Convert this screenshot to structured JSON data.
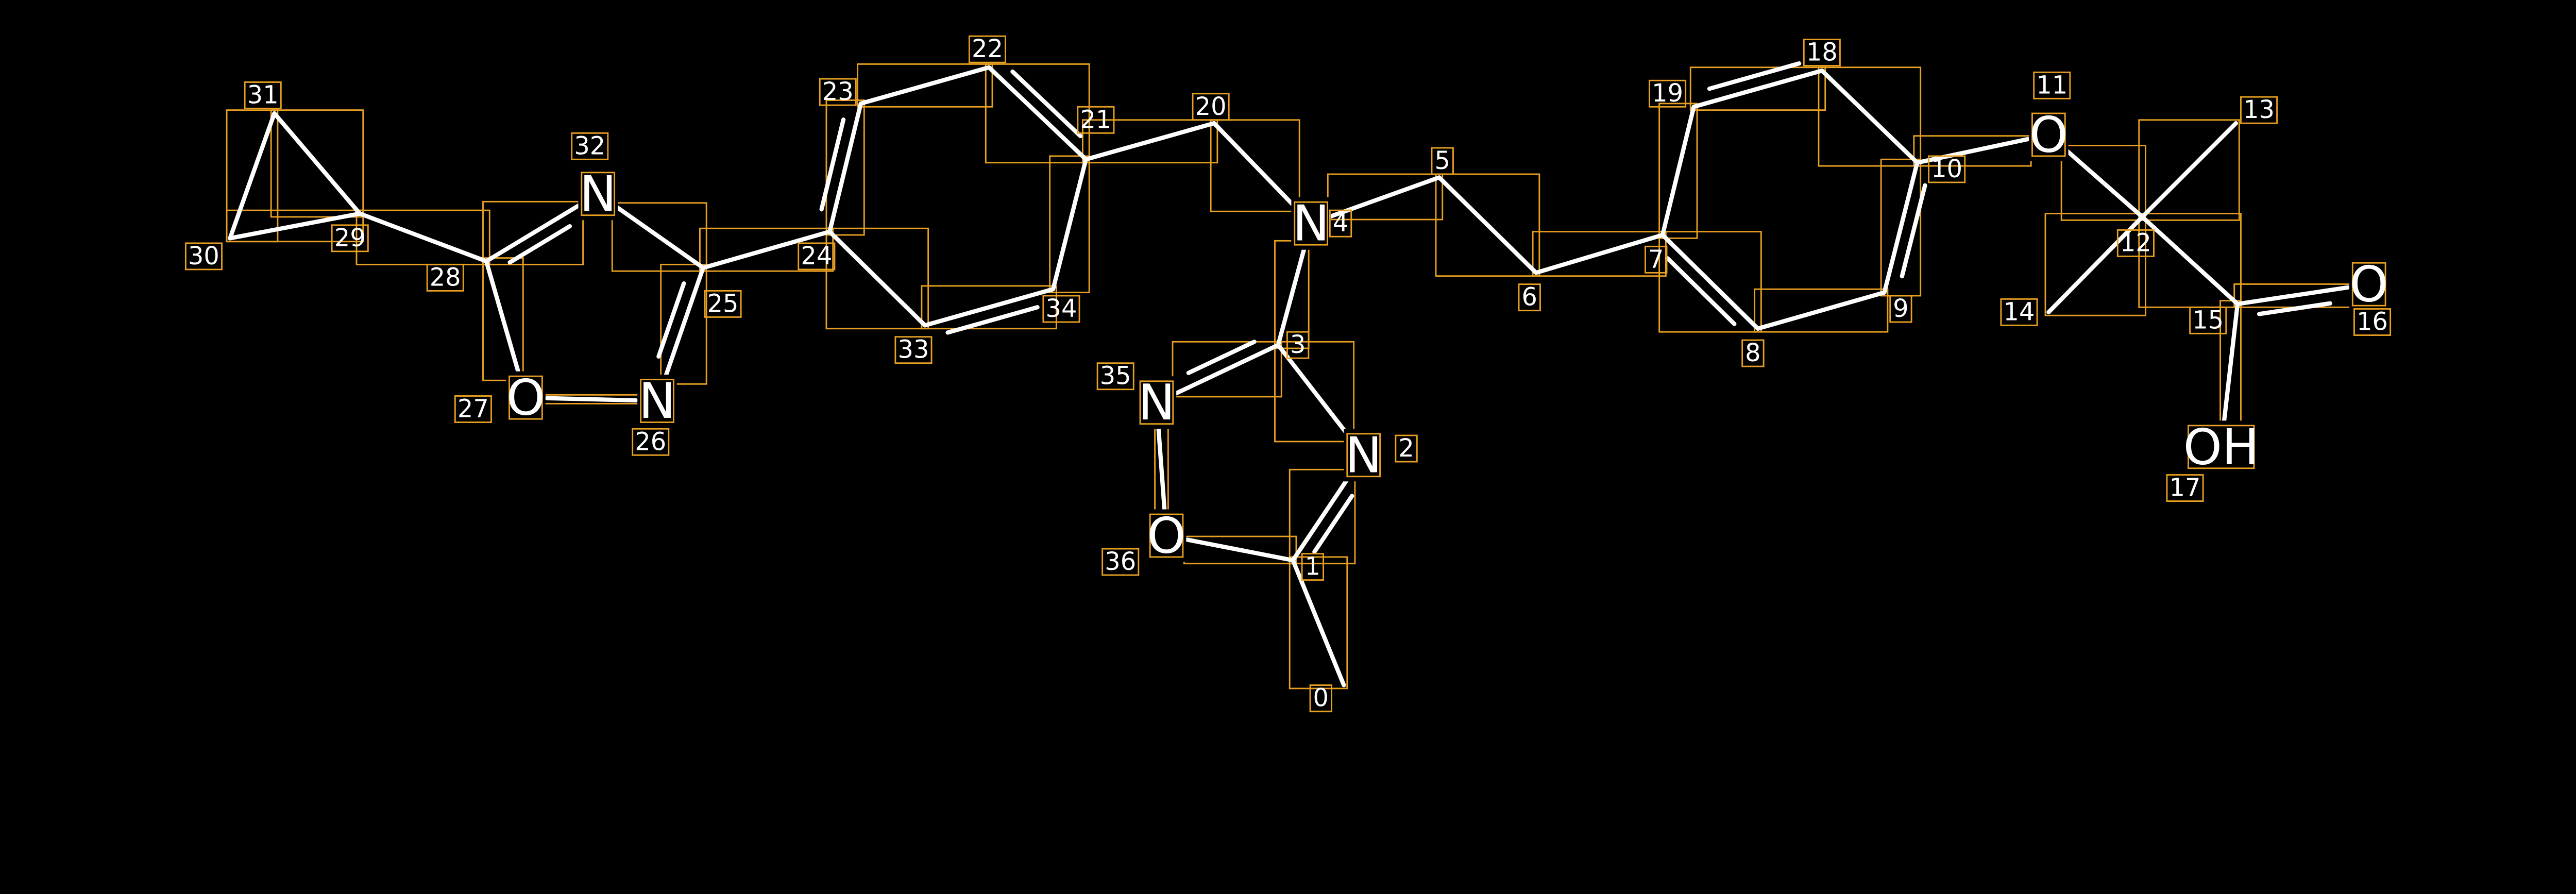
{
  "molecule": {
    "atoms": [
      {
        "index": "0",
        "element": ""
      },
      {
        "index": "1",
        "element": ""
      },
      {
        "index": "2",
        "element": "N"
      },
      {
        "index": "3",
        "element": ""
      },
      {
        "index": "4",
        "element": "N"
      },
      {
        "index": "5",
        "element": ""
      },
      {
        "index": "6",
        "element": ""
      },
      {
        "index": "7",
        "element": ""
      },
      {
        "index": "8",
        "element": ""
      },
      {
        "index": "9",
        "element": ""
      },
      {
        "index": "10",
        "element": ""
      },
      {
        "index": "11",
        "element": "O"
      },
      {
        "index": "12",
        "element": ""
      },
      {
        "index": "13",
        "element": ""
      },
      {
        "index": "14",
        "element": ""
      },
      {
        "index": "15",
        "element": ""
      },
      {
        "index": "16",
        "element": "O"
      },
      {
        "index": "17",
        "element": "OH"
      },
      {
        "index": "18",
        "element": ""
      },
      {
        "index": "19",
        "element": ""
      },
      {
        "index": "20",
        "element": ""
      },
      {
        "index": "21",
        "element": ""
      },
      {
        "index": "22",
        "element": ""
      },
      {
        "index": "23",
        "element": ""
      },
      {
        "index": "24",
        "element": ""
      },
      {
        "index": "25",
        "element": ""
      },
      {
        "index": "26",
        "element": "N"
      },
      {
        "index": "27",
        "element": "O"
      },
      {
        "index": "28",
        "element": ""
      },
      {
        "index": "29",
        "element": ""
      },
      {
        "index": "30",
        "element": ""
      },
      {
        "index": "31",
        "element": ""
      },
      {
        "index": "32",
        "element": "N"
      },
      {
        "index": "33",
        "element": ""
      },
      {
        "index": "34",
        "element": ""
      },
      {
        "index": "35",
        "element": "N"
      },
      {
        "index": "36",
        "element": "O"
      }
    ],
    "bonds": [
      [
        0,
        1,
        1
      ],
      [
        1,
        2,
        2
      ],
      [
        2,
        3,
        1
      ],
      [
        3,
        4,
        1
      ],
      [
        4,
        5,
        1
      ],
      [
        5,
        6,
        1
      ],
      [
        6,
        7,
        1
      ],
      [
        7,
        8,
        2
      ],
      [
        8,
        9,
        1
      ],
      [
        9,
        10,
        2
      ],
      [
        10,
        18,
        1
      ],
      [
        18,
        19,
        2
      ],
      [
        19,
        7,
        1
      ],
      [
        10,
        11,
        1
      ],
      [
        11,
        12,
        1
      ],
      [
        12,
        13,
        1
      ],
      [
        12,
        14,
        1
      ],
      [
        12,
        15,
        1
      ],
      [
        15,
        16,
        2
      ],
      [
        15,
        17,
        1
      ],
      [
        4,
        20,
        1
      ],
      [
        20,
        21,
        1
      ],
      [
        21,
        22,
        2
      ],
      [
        22,
        23,
        1
      ],
      [
        23,
        24,
        2
      ],
      [
        24,
        33,
        1
      ],
      [
        33,
        34,
        2
      ],
      [
        34,
        21,
        1
      ],
      [
        24,
        25,
        1
      ],
      [
        25,
        26,
        2
      ],
      [
        26,
        27,
        1
      ],
      [
        27,
        28,
        1
      ],
      [
        28,
        32,
        2
      ],
      [
        32,
        25,
        1
      ],
      [
        28,
        29,
        1
      ],
      [
        29,
        30,
        1
      ],
      [
        29,
        31,
        1
      ],
      [
        30,
        31,
        1
      ],
      [
        3,
        35,
        2
      ],
      [
        35,
        36,
        1
      ],
      [
        36,
        1,
        1
      ]
    ]
  }
}
